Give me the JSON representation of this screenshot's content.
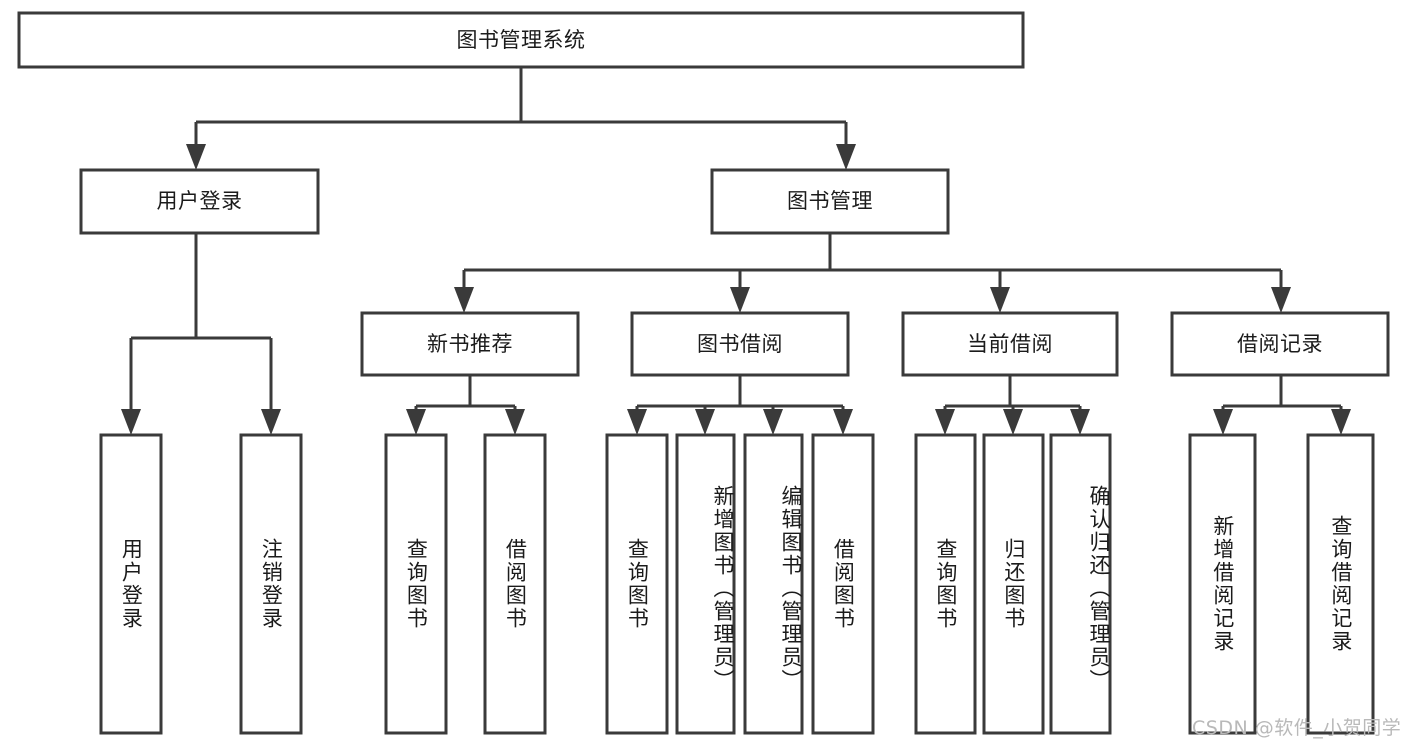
{
  "diagram": {
    "type": "hierarchy-tree",
    "title_node": {
      "id": "root",
      "label": "图书管理系统"
    },
    "level2": [
      {
        "id": "user-login",
        "label": "用户登录"
      },
      {
        "id": "book-manage",
        "label": "图书管理"
      }
    ],
    "level3": [
      {
        "id": "new-book-recommend",
        "label": "新书推荐",
        "parent": "book-manage"
      },
      {
        "id": "book-borrow",
        "label": "图书借阅",
        "parent": "book-manage"
      },
      {
        "id": "current-borrow",
        "label": "当前借阅",
        "parent": "book-manage"
      },
      {
        "id": "borrow-record",
        "label": "借阅记录",
        "parent": "book-manage"
      }
    ],
    "leaves": [
      {
        "id": "leaf-user-login",
        "label": "用户登录",
        "parent": "user-login"
      },
      {
        "id": "leaf-logout-login",
        "label": "注销登录",
        "parent": "user-login"
      },
      {
        "id": "leaf-query-book-1",
        "label": "查询图书",
        "parent": "new-book-recommend"
      },
      {
        "id": "leaf-borrow-book-1",
        "label": "借阅图书",
        "parent": "new-book-recommend"
      },
      {
        "id": "leaf-query-book-2",
        "label": "查询图书",
        "parent": "book-borrow"
      },
      {
        "id": "leaf-add-book",
        "label": "新增图书（管理员）",
        "parent": "book-borrow"
      },
      {
        "id": "leaf-edit-book",
        "label": "编辑图书（管理员）",
        "parent": "book-borrow"
      },
      {
        "id": "leaf-borrow-book-2",
        "label": "借阅图书",
        "parent": "book-borrow"
      },
      {
        "id": "leaf-query-book-3",
        "label": "查询图书",
        "parent": "current-borrow"
      },
      {
        "id": "leaf-return-book",
        "label": "归还图书",
        "parent": "current-borrow"
      },
      {
        "id": "leaf-confirm-return",
        "label": "确认归还（管理员）",
        "parent": "current-borrow"
      },
      {
        "id": "leaf-add-record",
        "label": "新增借阅记录",
        "parent": "borrow-record"
      },
      {
        "id": "leaf-query-record",
        "label": "查询借阅记录",
        "parent": "borrow-record"
      }
    ],
    "watermark": "CSDN @软件_小贺同学",
    "colors": {
      "stroke": "#3a3a3a",
      "fill": "#ffffff",
      "text": "#1b1b1b",
      "watermark": "#b9b9b9",
      "background": "#ffffff"
    }
  }
}
